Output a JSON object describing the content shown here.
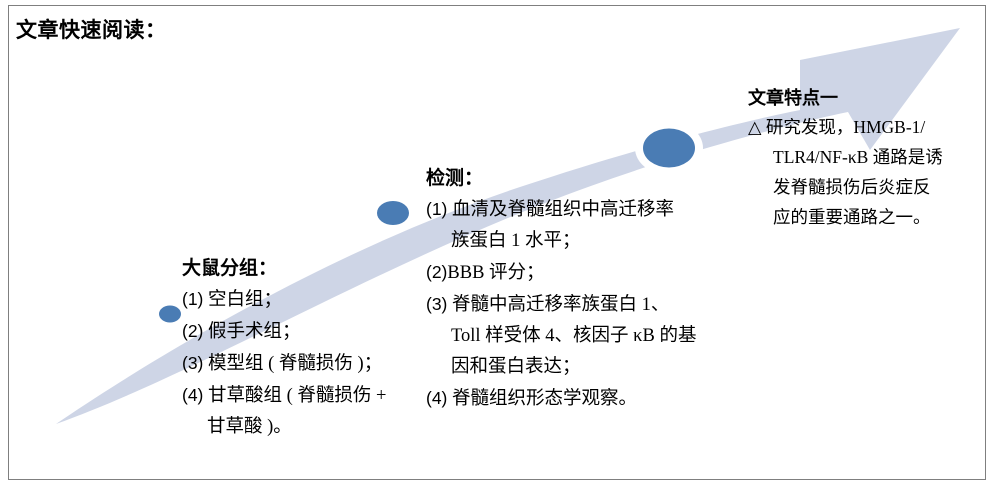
{
  "page": {
    "title": "文章快速阅读："
  },
  "colors": {
    "arrow_band": "#ced5e6",
    "marker_fill": "#4a7cb4",
    "marker_ring": "#ffffff",
    "border": "#7f7f7f",
    "text": "#000000"
  },
  "markers": [
    {
      "name": "stage-marker-1",
      "label": "大鼠分组"
    },
    {
      "name": "stage-marker-2",
      "label": "检测"
    },
    {
      "name": "stage-marker-3",
      "label": "文章特点一"
    }
  ],
  "blocks": {
    "group": {
      "heading": "大鼠分组：",
      "lines": [
        {
          "lead": "(1)",
          "text": "空白组；",
          "indent": false
        },
        {
          "lead": "(2)",
          "text": "假手术组；",
          "indent": false
        },
        {
          "lead": "(3)",
          "text": "模型组 ( 脊髓损伤 )；",
          "indent": false
        },
        {
          "lead": "(4)",
          "text": "甘草酸组 ( 脊髓损伤 +",
          "indent": false
        },
        {
          "lead": "",
          "text": "甘草酸 )。",
          "indent": true
        }
      ]
    },
    "detect": {
      "heading": "检测：",
      "lines": [
        {
          "lead": "(1)",
          "text": "血清及脊髓组织中高迁移率",
          "indent": false
        },
        {
          "lead": "",
          "text": "族蛋白 1 水平；",
          "indent": true
        },
        {
          "lead": "(2)",
          "text": "BBB 评分；",
          "indent": false
        },
        {
          "lead": "(3)",
          "text": "脊髓中高迁移率族蛋白 1、",
          "indent": false
        },
        {
          "lead": "",
          "text": "Toll 样受体 4、核因子 κB 的基",
          "indent": true
        },
        {
          "lead": "",
          "text": "因和蛋白表达；",
          "indent": true
        },
        {
          "lead": "(4)",
          "text": "脊髓组织形态学观察。",
          "indent": false
        }
      ]
    },
    "feature": {
      "heading": "文章特点一",
      "lines": [
        {
          "lead": "△",
          "text": "研究发现，HMGB-1/",
          "indent": false
        },
        {
          "lead": "",
          "text": "TLR4/NF-κB 通路是诱",
          "indent": true
        },
        {
          "lead": "",
          "text": "发脊髓损伤后炎症反",
          "indent": true
        },
        {
          "lead": "",
          "text": "应的重要通路之一。",
          "indent": true
        }
      ]
    }
  }
}
